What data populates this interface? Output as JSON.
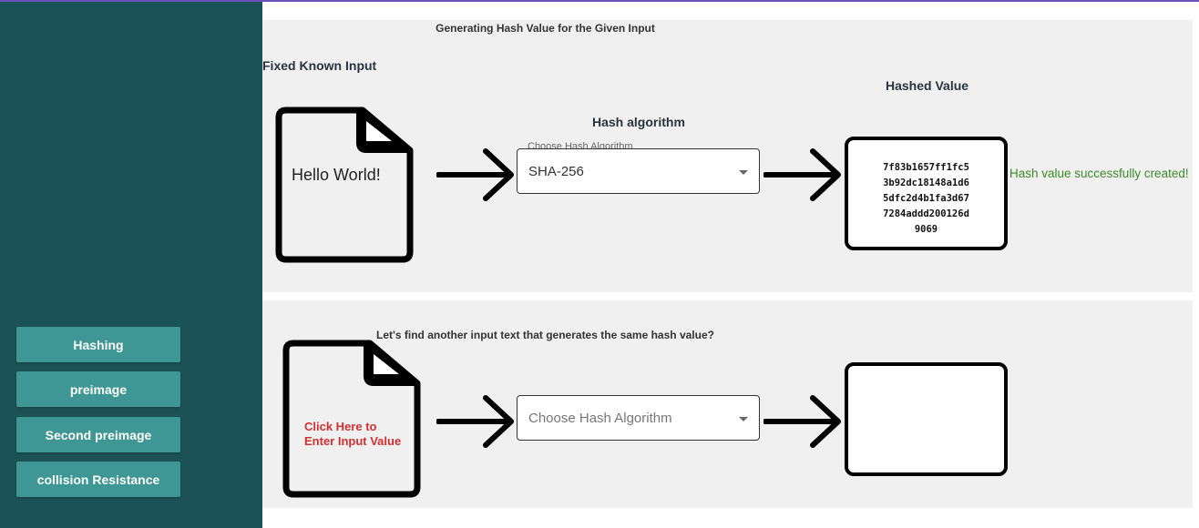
{
  "sidebar": {
    "items": [
      {
        "label": "Hashing"
      },
      {
        "label": "preimage"
      },
      {
        "label": "Second preimage"
      },
      {
        "label": "collision Resistance"
      }
    ]
  },
  "section1": {
    "title": "Generating Hash Value for the Given Input",
    "input_heading": "Fixed Known Input",
    "input_text": "Hello World!",
    "algo_heading": "Hash algorithm",
    "select_label": "Choose Hash Algorithm",
    "select_value": "SHA-256",
    "hashed_heading": "Hashed Value",
    "hash_lines": [
      "7f83b1657ff1fc5",
      "3b92dc18148a1d6",
      "5dfc2d4b1fa3d67",
      "7284addd200126d",
      "9069"
    ],
    "status": "Hash value successfully created!"
  },
  "section2": {
    "title": "Let's find another input text that generates the same hash value?",
    "input_link_line1": "Click Here to",
    "input_link_line2": "Enter Input Value",
    "select_placeholder": "Choose Hash Algorithm"
  },
  "icons": {
    "document": "document-icon",
    "arrow": "arrow-right-icon",
    "dropdown": "caret-down-icon"
  },
  "colors": {
    "sidebar": "#1b5257",
    "nav_button": "#3f9795",
    "panel": "#f0f0f0",
    "success": "#3a8a28",
    "link": "#d13030"
  }
}
